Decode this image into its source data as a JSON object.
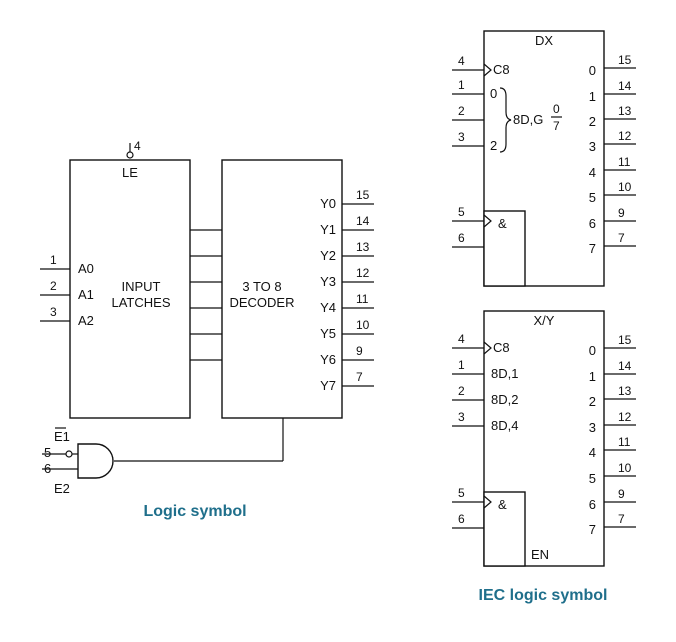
{
  "colors": {
    "caption": "#1f6f8b",
    "line": "#111111"
  },
  "logic": {
    "le_pin": "4",
    "le_label": "LE",
    "latch_title_1": "INPUT",
    "latch_title_2": "LATCHES",
    "inputs": [
      {
        "pin": "1",
        "label": "A0"
      },
      {
        "pin": "2",
        "label": "A1"
      },
      {
        "pin": "3",
        "label": "A2"
      }
    ],
    "decoder_title_1": "3 TO 8",
    "decoder_title_2": "DECODER",
    "outputs": [
      {
        "label": "Y0",
        "pin": "15"
      },
      {
        "label": "Y1",
        "pin": "14"
      },
      {
        "label": "Y2",
        "pin": "13"
      },
      {
        "label": "Y3",
        "pin": "12"
      },
      {
        "label": "Y4",
        "pin": "11"
      },
      {
        "label": "Y5",
        "pin": "10"
      },
      {
        "label": "Y6",
        "pin": "9"
      },
      {
        "label": "Y7",
        "pin": "7"
      }
    ],
    "e1_label": "E1",
    "e2_label": "E2",
    "e1_pin": "5",
    "e2_pin": "6",
    "caption": "Logic symbol"
  },
  "iec1": {
    "title": "DX",
    "clk_pin": "4",
    "clk_label": "C8",
    "in_pins": [
      "1",
      "2",
      "3"
    ],
    "in_labels": [
      "0",
      "",
      "2"
    ],
    "func_label": "8D,G",
    "frac_num": "0",
    "frac_den": "7",
    "and_label": "&",
    "and_pins": [
      "5",
      "6"
    ],
    "out_labels": [
      "0",
      "1",
      "2",
      "3",
      "4",
      "5",
      "6",
      "7"
    ],
    "out_pins": [
      "15",
      "14",
      "13",
      "12",
      "11",
      "10",
      "9",
      "7"
    ]
  },
  "iec2": {
    "title": "X/Y",
    "clk_pin": "4",
    "clk_label": "C8",
    "in_pins": [
      "1",
      "2",
      "3"
    ],
    "in_labels": [
      "8D,1",
      "8D,2",
      "8D,4"
    ],
    "and_label": "&",
    "and_pins": [
      "5",
      "6"
    ],
    "en_label": "EN",
    "out_labels": [
      "0",
      "1",
      "2",
      "3",
      "4",
      "5",
      "6",
      "7"
    ],
    "out_pins": [
      "15",
      "14",
      "13",
      "12",
      "11",
      "10",
      "9",
      "7"
    ],
    "caption": "IEC logic symbol"
  }
}
